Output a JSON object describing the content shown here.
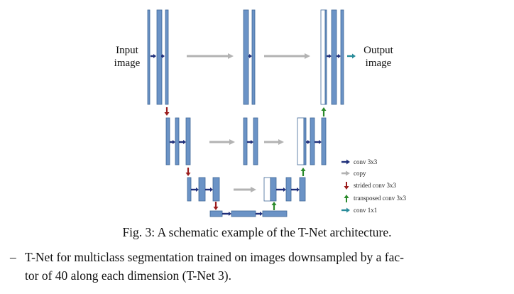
{
  "diagram": {
    "labels": {
      "input_line1": "Input",
      "input_line2": "image",
      "output_line1": "Output",
      "output_line2": "image"
    },
    "legend": [
      {
        "id": "conv",
        "label": "conv 3x3",
        "icon": "right-arrow-icon",
        "color": "#1f2f7a"
      },
      {
        "id": "copy",
        "label": "copy",
        "icon": "right-arrow-icon",
        "color": "#b3b3b3"
      },
      {
        "id": "strided",
        "label": "strided conv 3x3",
        "icon": "down-arrow-icon",
        "color": "#9b1c1c"
      },
      {
        "id": "transposed",
        "label": "transposed conv 3x3",
        "icon": "up-arrow-icon",
        "color": "#2a8a2a"
      },
      {
        "id": "conv1x1",
        "label": "conv 1x1",
        "icon": "right-arrow-icon",
        "color": "#2a8c9a"
      }
    ],
    "colors": {
      "feature_map": "#6b93c6",
      "feature_map_edge": "#3f6797",
      "copied_map_fill": "#ffffff"
    }
  },
  "caption": {
    "prefix": "Fig. 3:",
    "text": "A schematic example of the T-Net architecture."
  },
  "bullet": {
    "dash": "–",
    "line1": "T-Net for multiclass segmentation trained on images downsampled by a fac-",
    "line2": "tor of 40 along each dimension (T-Net 3)."
  }
}
